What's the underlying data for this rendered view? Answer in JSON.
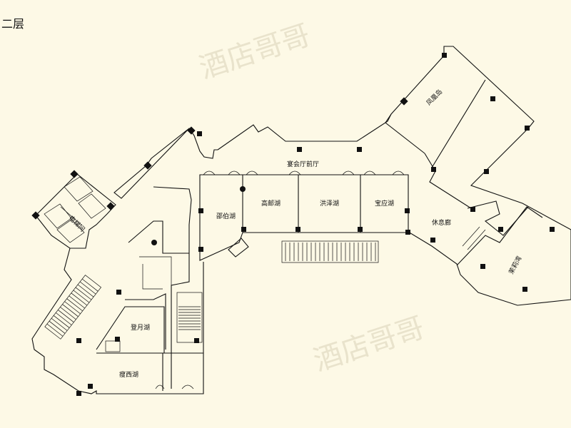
{
  "floor_label": "二层",
  "watermark": "酒店哥哥",
  "rooms": {
    "elevator_hall": "电梯间",
    "fenghuang_island": "凤凰岛",
    "banquet_foyer": "宴会厅前厅",
    "gaoyou_lake": "高邮湖",
    "hongze_lake": "洪泽湖",
    "baoying_lake": "宝应湖",
    "shaobo_lake": "邵伯湖",
    "lounge_corridor": "休息廊",
    "moli_bay": "茉莉湾",
    "dengyue_lake": "登月湖",
    "shouxi_lake": "瘦西湖"
  }
}
